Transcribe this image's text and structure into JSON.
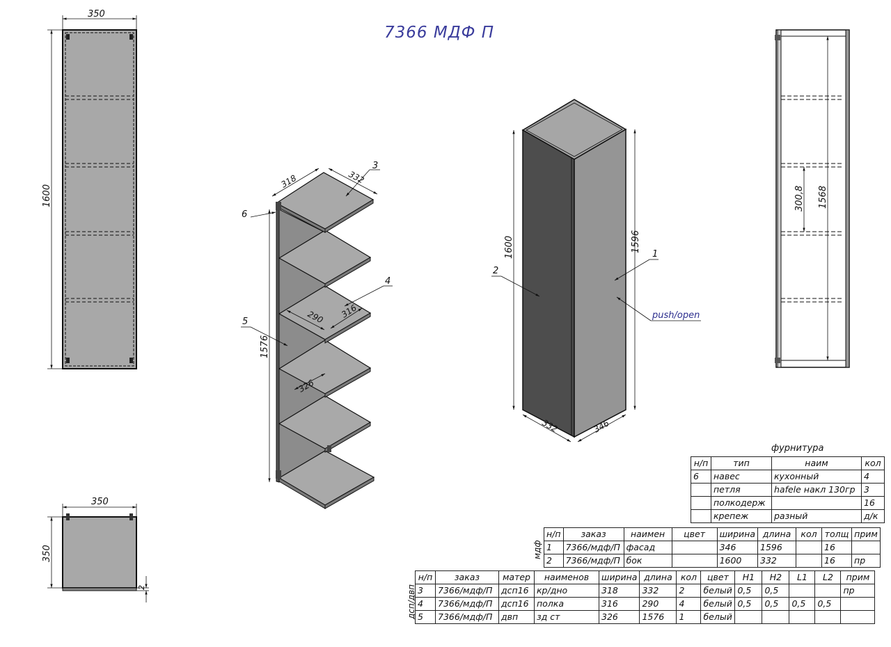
{
  "title": "7366 МДФ П",
  "front_view": {
    "width": "350",
    "height": "1600"
  },
  "top_view": {
    "width": "350",
    "depth": "350",
    "offset": "2"
  },
  "side_view": {
    "inner_height": "1568",
    "shelf_spacing": "300,8"
  },
  "exploded_view": {
    "height": "1576",
    "shelf_w": "318",
    "shelf_d": "332",
    "shelf2_w": "290",
    "shelf2_d": "316",
    "back_w": "326",
    "markers": [
      "3",
      "6",
      "4",
      "5"
    ]
  },
  "iso_view": {
    "height_left": "1600",
    "height_right": "1596",
    "base_left": "332",
    "base_right": "346",
    "markers": [
      "2",
      "1"
    ],
    "push_label": "push/open"
  },
  "furniture": {
    "title": "фурнитура",
    "headers": [
      "н/п",
      "тип",
      "наим",
      "кол"
    ],
    "rows": [
      [
        "6",
        "навес",
        "кухонный",
        "4"
      ],
      [
        "",
        "петля",
        "hafele накл 130гр",
        "3"
      ],
      [
        "",
        "полкодерж",
        "",
        "16"
      ],
      [
        "",
        "крепеж",
        "разный",
        "д/к"
      ]
    ]
  },
  "mdf": {
    "side_label": "мдф",
    "headers": [
      "н/п",
      "заказ",
      "наимен",
      "цвет",
      "ширина",
      "длина",
      "кол",
      "толщ",
      "прим"
    ],
    "rows": [
      [
        "1",
        "7366/мдф/П",
        "фасад",
        "",
        "346",
        "1596",
        "",
        "16",
        ""
      ],
      [
        "2",
        "7366/мдф/П",
        "бок",
        "",
        "1600",
        "332",
        "",
        "16",
        "пр"
      ]
    ]
  },
  "dsp": {
    "side_label": "дсп/двп",
    "headers": [
      "н/п",
      "заказ",
      "матер",
      "наименов",
      "ширина",
      "длина",
      "кол",
      "цвет",
      "H1",
      "H2",
      "L1",
      "L2",
      "прим"
    ],
    "rows": [
      [
        "3",
        "7366/мдф/П",
        "дсп16",
        "кр/дно",
        "318",
        "332",
        "2",
        "белый",
        "0,5",
        "0,5",
        "",
        "",
        "пр"
      ],
      [
        "4",
        "7366/мдф/П",
        "дсп16",
        "полка",
        "316",
        "290",
        "4",
        "белый",
        "0,5",
        "0,5",
        "0,5",
        "0,5",
        ""
      ],
      [
        "5",
        "7366/мдф/П",
        "двп",
        "зд ст",
        "326",
        "1576",
        "1",
        "белый",
        "",
        "",
        "",
        "",
        ""
      ]
    ]
  }
}
